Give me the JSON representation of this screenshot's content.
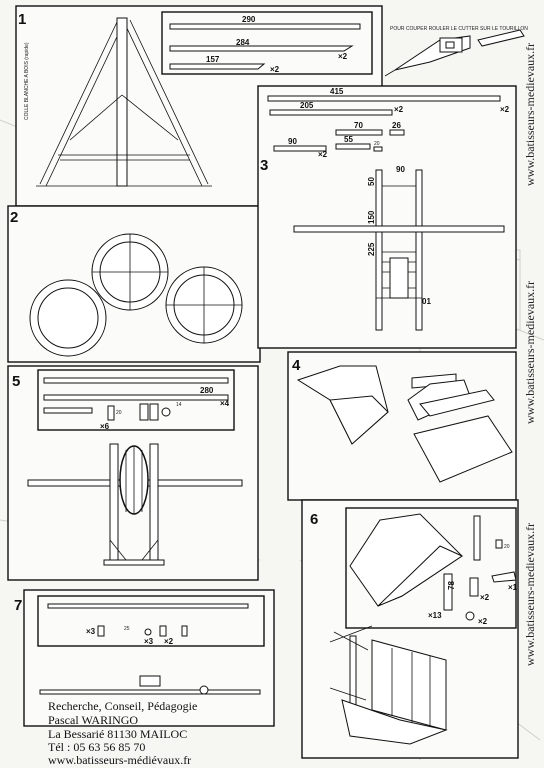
{
  "steps": [
    "1",
    "2",
    "3",
    "4",
    "5",
    "6",
    "7"
  ],
  "step1": {
    "side_note": "COLLE BLANCHE A BOIS (rapide)",
    "dims": [
      "290",
      "284",
      "157"
    ],
    "multipliers": [
      "×2",
      "×2"
    ]
  },
  "top_note": "POUR COUPER ROULER LE CUTTER SUR LE TOURILLON",
  "step3": {
    "dims": [
      "415",
      "205",
      "70",
      "26",
      "90",
      "55",
      "20"
    ],
    "multipliers": [
      "×2",
      "×2",
      "×2"
    ],
    "measures": [
      "90",
      "50",
      "150",
      "225",
      "01"
    ]
  },
  "step5": {
    "dims": [
      "280",
      "20",
      "14"
    ],
    "multipliers": [
      "×4",
      "×6"
    ]
  },
  "step6": {
    "dims": [
      "20",
      "78"
    ],
    "multipliers": [
      "×2",
      "×13",
      "×2",
      "×1"
    ]
  },
  "step7": {
    "multipliers": [
      "×3",
      "×3",
      "×2"
    ],
    "dims": [
      "25"
    ]
  },
  "site_url": "www.batisseurs-medievaux.fr",
  "footer": {
    "line1": "Recherche, Conseil, Pédagogie",
    "line2": "Pascal WARINGO",
    "line3": "La Bessarié 81130 MAILOC",
    "line4": "Tél : 05 63 56 85 70",
    "line5": "www.batisseurs-médiévaux.fr"
  }
}
